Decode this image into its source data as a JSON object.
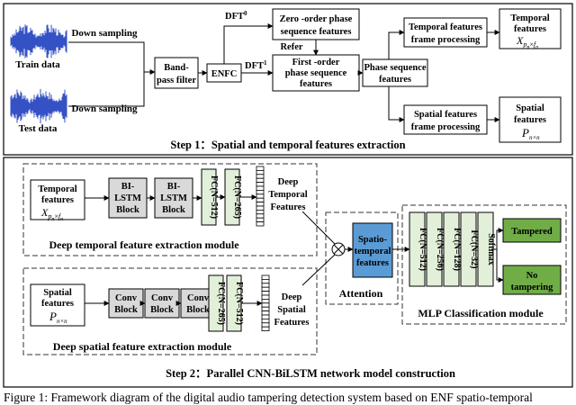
{
  "step1": {
    "train_label": "Train data",
    "test_label": "Test data",
    "down_sampling": "Down sampling",
    "bandpass": [
      "Band-",
      "pass filter"
    ],
    "enfc": "ENFC",
    "dft0": "DFT",
    "dft0_sup": "0",
    "dft1": "DFT",
    "dft1_sup": "1",
    "zero_order": [
      "Zero -order phase",
      "sequence features"
    ],
    "refer": "Refer",
    "first_order": [
      "First -order",
      "phase sequence",
      "features"
    ],
    "phase_seq": [
      "Phase sequence",
      "features"
    ],
    "temporal_frame": [
      "Temporal features",
      "frame processing"
    ],
    "spatial_frame": [
      "Spatial features",
      "frame processing"
    ],
    "temporal_out": [
      "Temporal",
      "features"
    ],
    "temporal_sym": "X",
    "temporal_sub": "p",
    "temporal_subsub": "n",
    "temporal_sub2": "×",
    "temporal_sub3": "f",
    "temporal_sub3sub": "n",
    "spatial_out": [
      "Spatial",
      "features"
    ],
    "spatial_sym": "P",
    "spatial_sub": "n×n",
    "title": "Step 1：Spatial and temporal features extraction"
  },
  "step2": {
    "temporal_in": [
      "Temporal",
      "features"
    ],
    "spatial_in": [
      "Spatial",
      "features"
    ],
    "bilstm": [
      "BI-",
      "LSTM",
      "Block"
    ],
    "fc512": "FC(N=512)",
    "fc265": "FC(N=265)",
    "fc_s265": "FC(N=265)",
    "fc_s512": "FC(N=512)",
    "deep_temporal": [
      "Deep",
      "Temporal",
      "Features"
    ],
    "deep_spatial": [
      "Deep",
      "Spatial",
      "Features"
    ],
    "deep_temporal_module": "Deep temporal feature extraction module",
    "deep_spatial_module": "Deep spatial feature extraction module",
    "conv": [
      "Conv",
      "Block"
    ],
    "spatio": [
      "Spatio-",
      "temporal",
      "features"
    ],
    "attention": "Attention",
    "mlp": [
      "FC(N=512)",
      "FC(N=256)",
      "FC(N=128)",
      "FC(N=32)",
      "Softmax"
    ],
    "mlp_module": "MLP Classification module",
    "tampered": "Tampered",
    "no_tampering": [
      "No",
      "tampering"
    ],
    "title": "Step 2：Parallel CNN-BiLSTM network model construction"
  },
  "caption": "Figure 1: Framework diagram of the digital audio tampering detection system based on ENF spatio-temporal",
  "colors": {
    "wave": "#1f3fbf",
    "gray_block": "#d9d9d9",
    "green_fc": "#e2efd9",
    "spatio_blue": "#5b9bd5",
    "class_green": "#70ad47"
  }
}
